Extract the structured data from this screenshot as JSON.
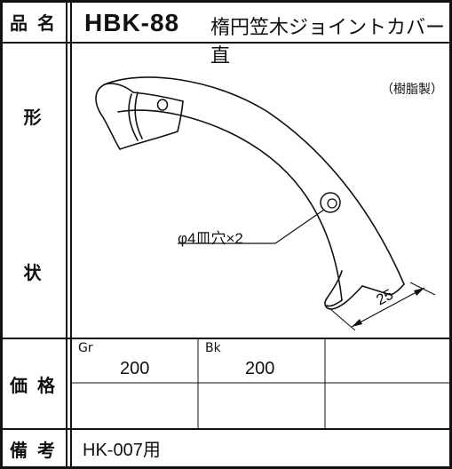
{
  "labels": {
    "product_name": "品 名",
    "shape_top": "形",
    "shape_bottom": "状",
    "price": "価 格",
    "remarks": "備 考"
  },
  "product": {
    "code": "HBK-88",
    "name": "楕円笠木ジョイントカバー 直"
  },
  "material": "（樹脂製）",
  "drawing": {
    "hole_note": "φ4皿穴×2",
    "dimension": "25"
  },
  "prices": [
    {
      "color": "Gr",
      "value": "200"
    },
    {
      "color": "Bk",
      "value": "200"
    }
  ],
  "remarks": "HK-007用"
}
